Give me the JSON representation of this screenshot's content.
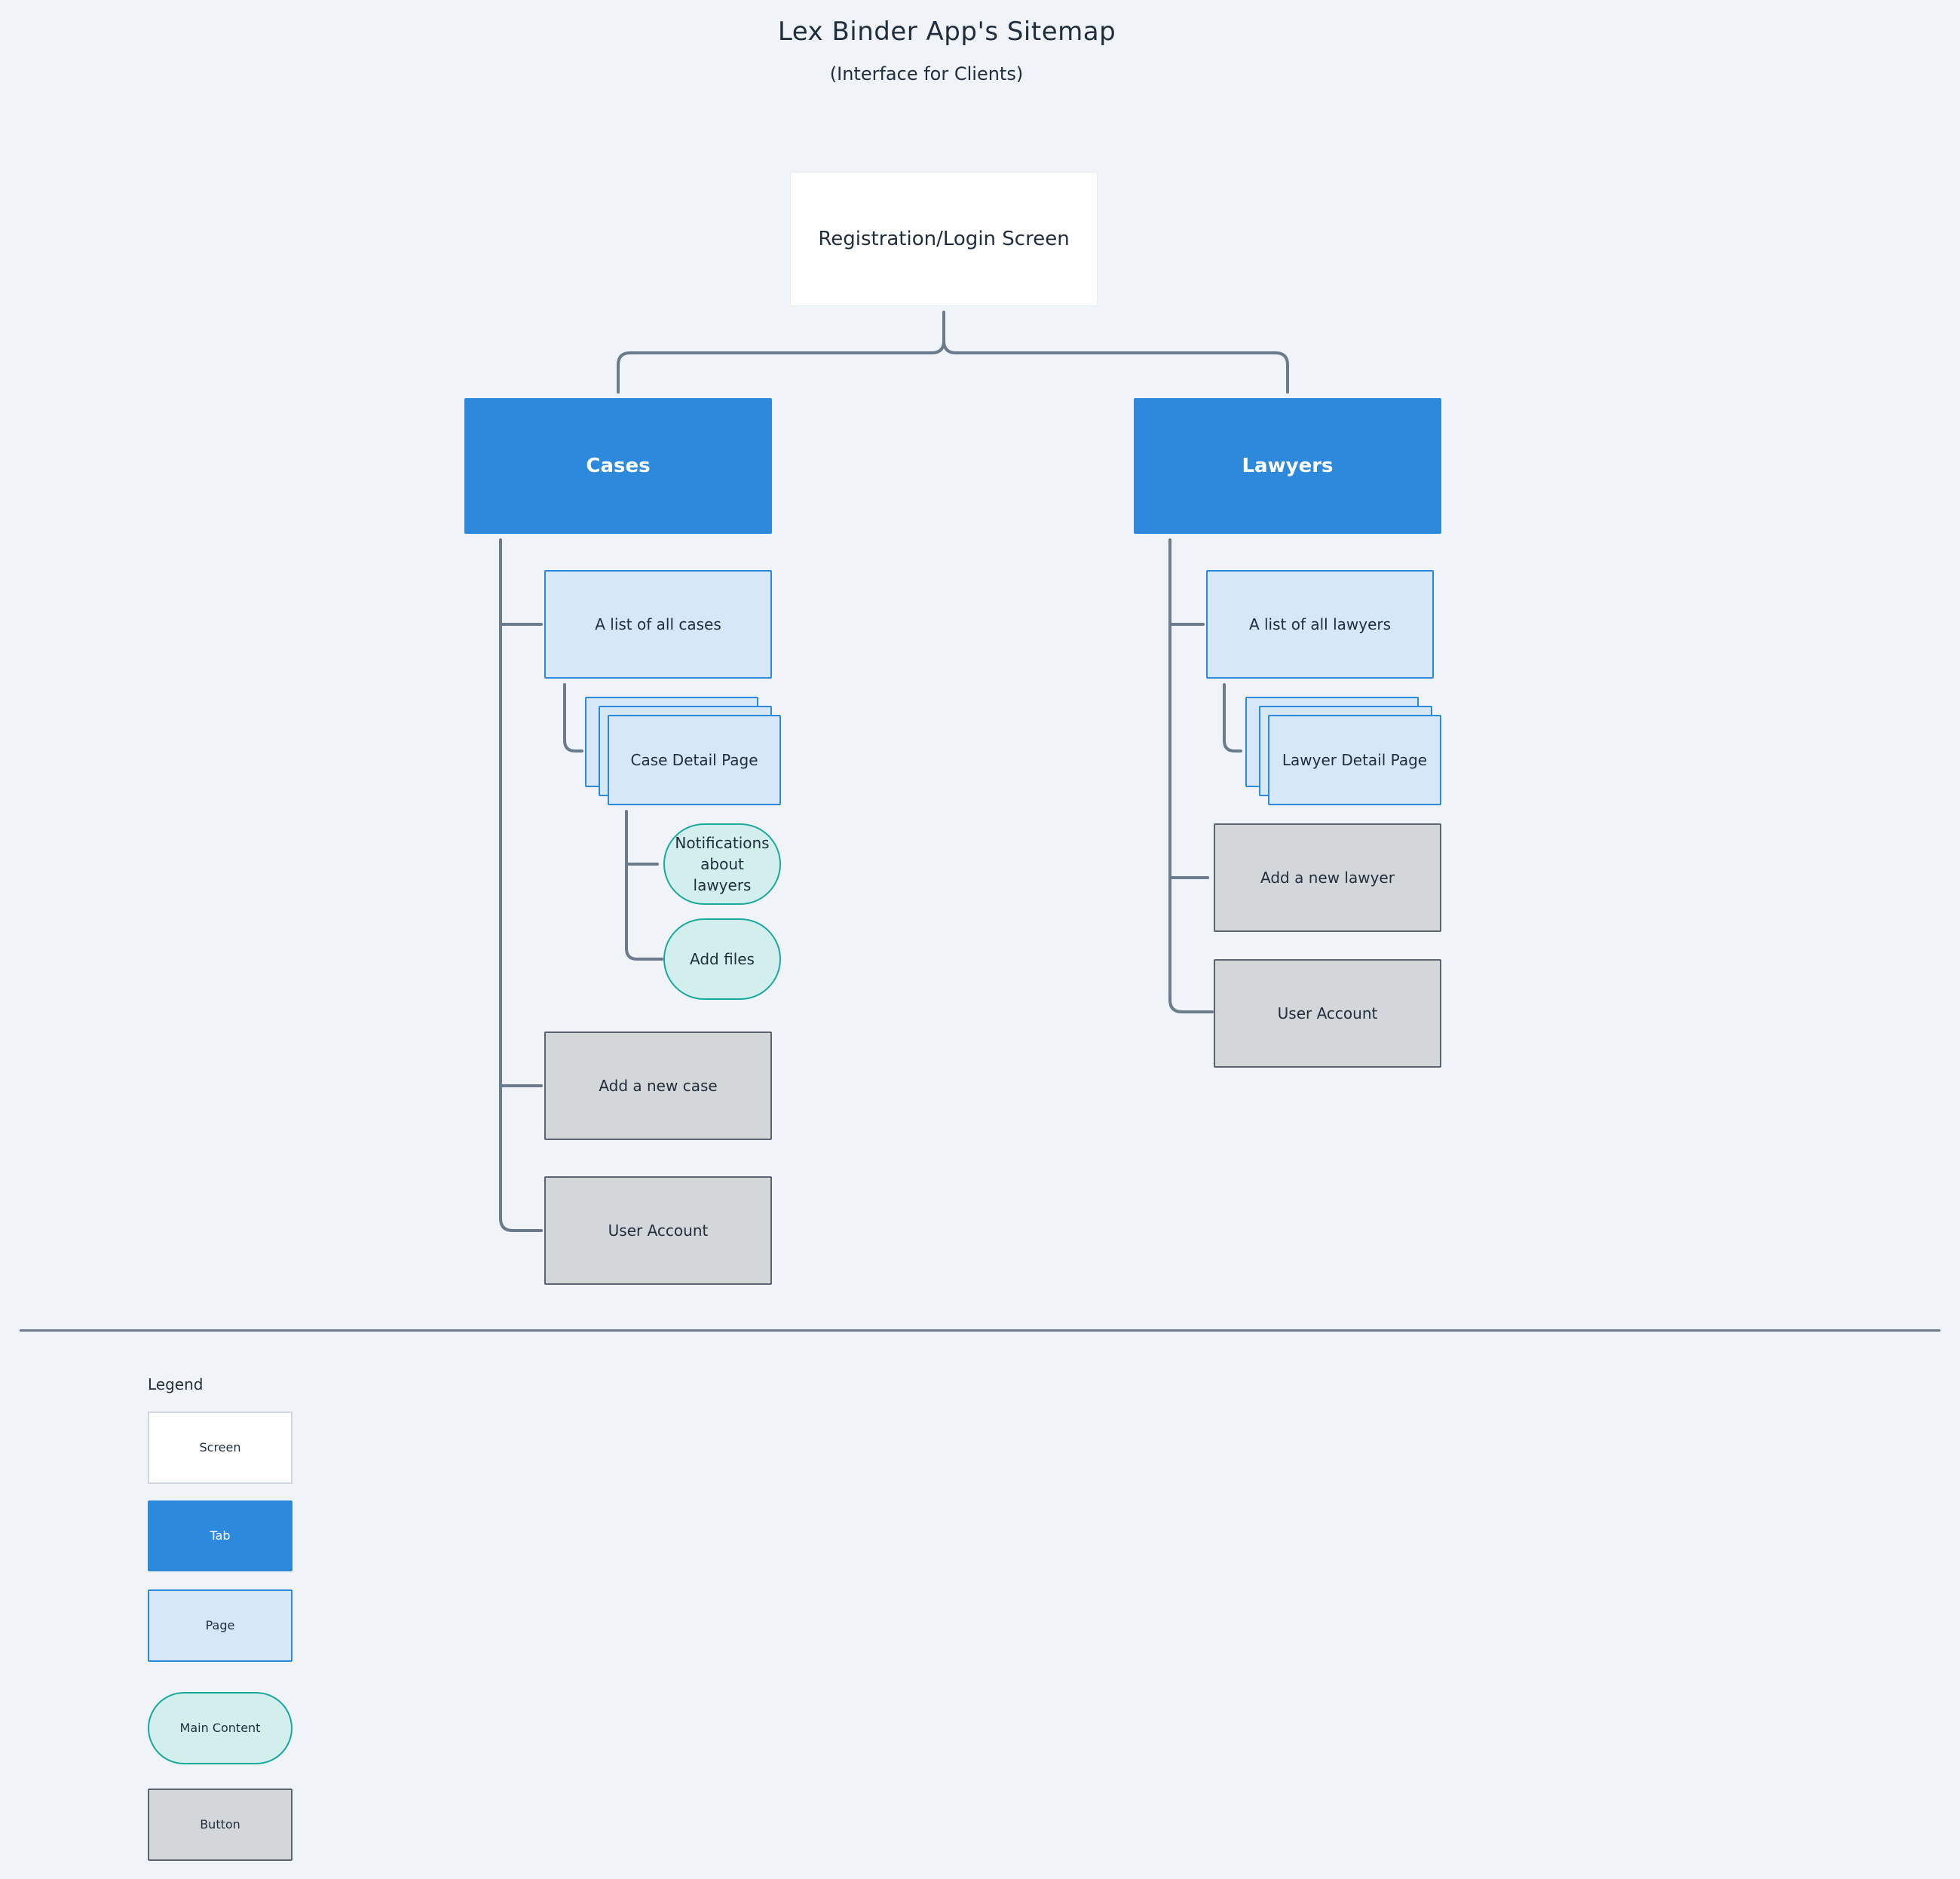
{
  "title": "Lex Binder App's Sitemap",
  "subtitle": "(Interface for Clients)",
  "nodes": {
    "registration": "Registration/Login Screen",
    "cases_tab": "Cases",
    "lawyers_tab": "Lawyers",
    "cases_list": "A list of all cases",
    "case_detail": "Case Detail Page",
    "notifications": "Notifications about lawyers",
    "add_files": "Add files",
    "add_case": "Add a new case",
    "cases_user_account": "User Account",
    "lawyers_list": "A list of all lawyers",
    "lawyer_detail": "Lawyer Detail Page",
    "add_lawyer": "Add a new lawyer",
    "lawyers_user_account": "User Account"
  },
  "legend": {
    "title": "Legend",
    "items": [
      "Screen",
      "Tab",
      "Page",
      "Main Content",
      "Button"
    ]
  },
  "colors": {
    "background": "#f0f4f8",
    "screen": "#ffffff",
    "tab": "#2d89db",
    "page": "#d6e7f7",
    "main_content": "#d3efed",
    "button": "#d4d7da",
    "connector": "#6b7b8c"
  }
}
